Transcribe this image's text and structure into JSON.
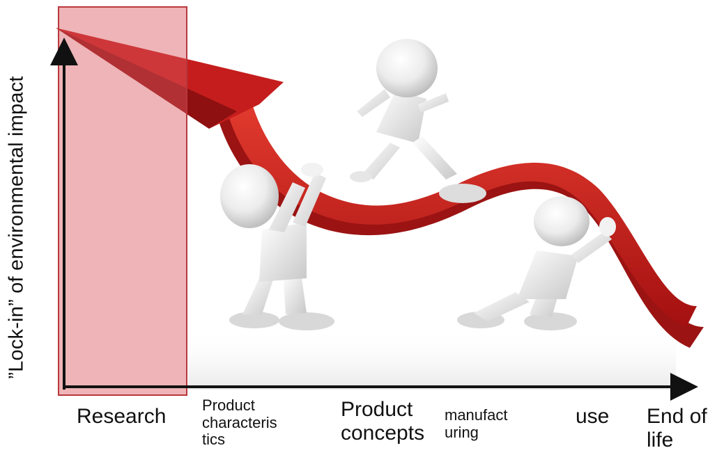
{
  "diagram": {
    "y_axis_label": "”Lock-in” of environmental impact",
    "stages": [
      {
        "id": "research",
        "label": "Research"
      },
      {
        "id": "product-characteristics",
        "label": "Product\ncharacteris\ntics"
      },
      {
        "id": "product-concepts",
        "label": "Product\nconcepts"
      },
      {
        "id": "manufacturing",
        "label": "manufact\nuring"
      },
      {
        "id": "use",
        "label": "use"
      },
      {
        "id": "end-of-life",
        "label": "End of\nlife"
      }
    ],
    "highlighted_stage": "research",
    "colors": {
      "highlight_fill": "#d9595f",
      "highlight_border": "#b8383d",
      "curve_red": "#c81e1e",
      "axis": "#111111",
      "figure_white": "#eeeeee"
    }
  }
}
